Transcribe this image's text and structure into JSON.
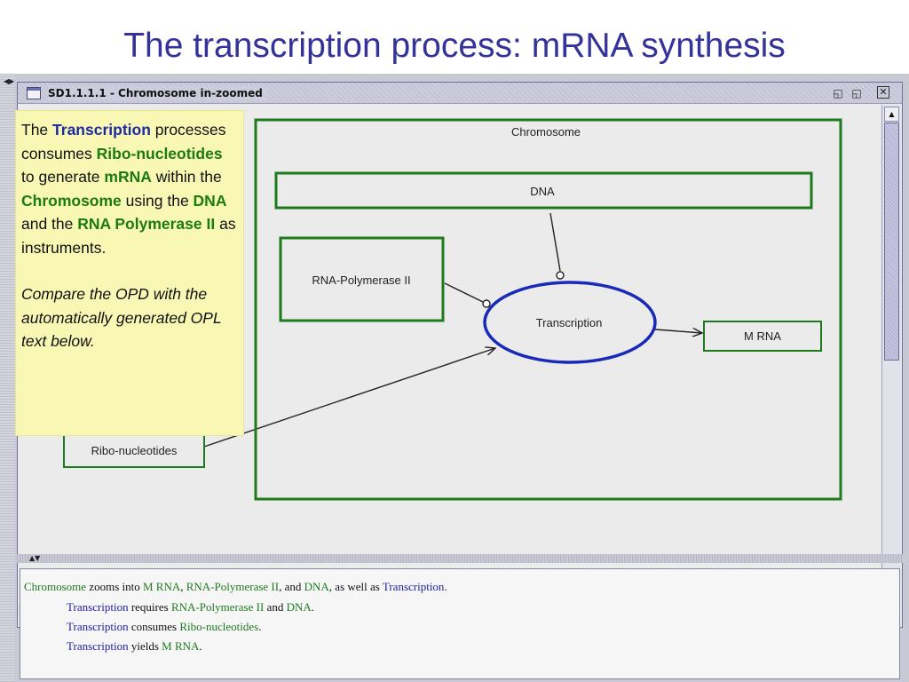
{
  "slide": {
    "title": "The transcription process: mRNA  synthesis"
  },
  "window": {
    "title": "SD1.1.1.1 - Chromosome in-zoomed",
    "iconify_glyph": "◱",
    "maximize_glyph": "◱",
    "close_glyph": "✕",
    "icons": [
      "window-icon",
      "iconify-icon",
      "maximize-icon",
      "close-icon"
    ]
  },
  "diagram": {
    "chromosome": "Chromosome",
    "dna": "DNA",
    "rna_polymerase": "RNA-Polymerase II",
    "transcription": "Transcription",
    "mrna": "M RNA",
    "ribo_nucleotides": "Ribo-nucleotides",
    "colors": {
      "object_border": "#1d7a1d",
      "process_border": "#1a2ab8",
      "link": "#222222"
    }
  },
  "callout": {
    "p1": [
      "The ",
      "Transcription",
      " processes consumes ",
      "Ribo-nucleotides",
      " to generate ",
      "mRNA",
      " within the ",
      "Chromosome",
      " using the ",
      "DNA",
      " and the ",
      "RNA Polymerase II",
      " as instruments."
    ],
    "p2": "Compare the OPD with the automatically generated OPL text below.",
    "colors": {
      "process": "#1e2aa0",
      "object": "#1d7a10",
      "background": "#f8f8b4"
    }
  },
  "opl": {
    "line1": [
      "Chromosome",
      " zooms into ",
      "M RNA",
      ", ",
      "RNA-Polymerase II",
      ", and ",
      "DNA",
      ", as well as ",
      "Transcription",
      "."
    ],
    "line2": [
      "Transcription",
      " requires ",
      "RNA-Polymerase II",
      " and ",
      "DNA",
      "."
    ],
    "line3": [
      "Transcription",
      " consumes ",
      "Ribo-nucleotides",
      "."
    ],
    "line4": [
      "Transcription",
      " yields ",
      "M RNA",
      "."
    ]
  },
  "scrollbars": {
    "up_glyph": "▲",
    "down_glyph": "▼",
    "left_glyph": "◀",
    "right_glyph": "▶",
    "splitter_glyphs": "▲▼",
    "gutter_glyphs": "◀▶"
  }
}
